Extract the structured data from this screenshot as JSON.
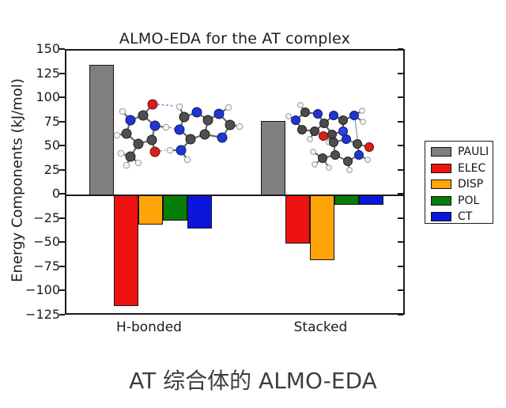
{
  "figure": {
    "caption": "AT 综合体的 ALMO-EDA"
  },
  "chart_data": {
    "type": "bar",
    "title": "ALMO-EDA for the AT complex",
    "ylabel": "Energy Components (kJ/mol)",
    "xlabel": "",
    "categories": [
      "H-bonded",
      "Stacked"
    ],
    "series": [
      {
        "name": "PAULI",
        "color": "#7f7f7f",
        "values": [
          135,
          77
        ]
      },
      {
        "name": "ELEC",
        "color": "#ee1310",
        "values": [
          -114,
          -50
        ]
      },
      {
        "name": "DISP",
        "color": "#ffa50a",
        "values": [
          -30,
          -67
        ]
      },
      {
        "name": "POL",
        "color": "#077d07",
        "values": [
          -26,
          -10
        ]
      },
      {
        "name": "CT",
        "color": "#0b16dd",
        "values": [
          -34,
          -10
        ]
      }
    ],
    "ylim": [
      -125,
      150
    ],
    "ytick_values": [
      150,
      125,
      100,
      75,
      50,
      25,
      0,
      -25,
      -50,
      -75,
      -100,
      -125
    ],
    "ytick_labels": [
      "150",
      "125",
      "100",
      "75",
      "50",
      "25",
      "0",
      "−25",
      "−50",
      "−75",
      "−100",
      "−125"
    ],
    "legend_position": "right-outside",
    "grid": false
  }
}
